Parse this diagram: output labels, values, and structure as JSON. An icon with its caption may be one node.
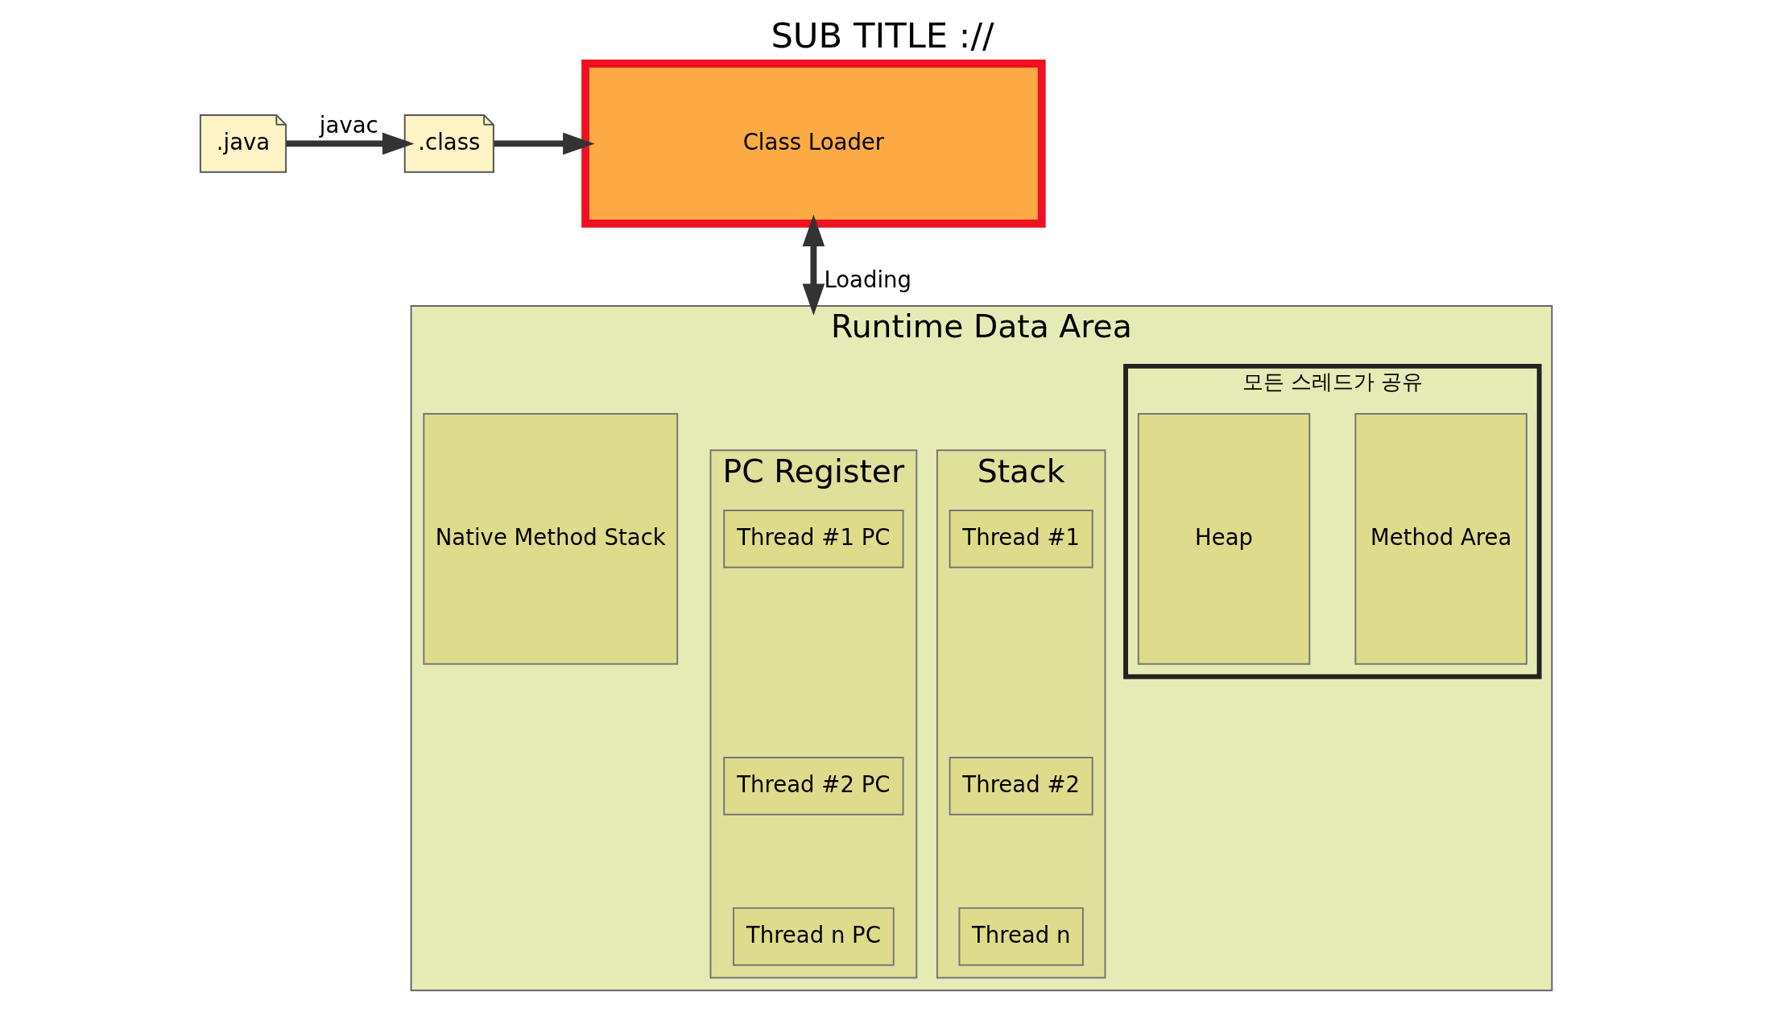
{
  "diagram": {
    "title": "SUB TITLE ://",
    "nodes": [
      {
        "text": [
          ".java"
        ]
      },
      {
        "text": [
          ".class"
        ]
      },
      {
        "text": [
          "Class Loader"
        ]
      },
      {
        "text": [
          "Runtime Data Area"
        ]
      },
      {
        "text": [
          "모든 스레드가 공유"
        ],
        "in": 3
      },
      {
        "text": [
          "Method Area"
        ],
        "in": 4
      },
      {
        "text": [
          "Heap"
        ],
        "in": 4
      },
      {
        "text": [
          "Stack"
        ],
        "in": 3
      },
      {
        "text": [
          "Thread #1"
        ],
        "in": 7
      },
      {
        "text": [
          "Thread #2"
        ],
        "in": 7
      },
      {
        "text": [
          "Thread n"
        ],
        "in": 7
      },
      {
        "text": [
          "PC Register"
        ],
        "in": 3
      },
      {
        "text": [
          "Thread #1 PC"
        ],
        "in": 11
      },
      {
        "text": [
          "Thread #2 PC"
        ],
        "in": 11
      },
      {
        "text": [
          "Thread n PC"
        ],
        "in": 11
      },
      {
        "text": [
          "Native Method Stack"
        ],
        "in": 3
      }
    ],
    "edges": [
      {
        "from": 0,
        "to": 1,
        "arrow": "to",
        "label": "javac"
      },
      {
        "from": 1,
        "to": 2,
        "arrow": "to"
      },
      {
        "from": 2,
        "to": 3,
        "arrow": "both",
        "label": "Loading"
      }
    ]
  }
}
